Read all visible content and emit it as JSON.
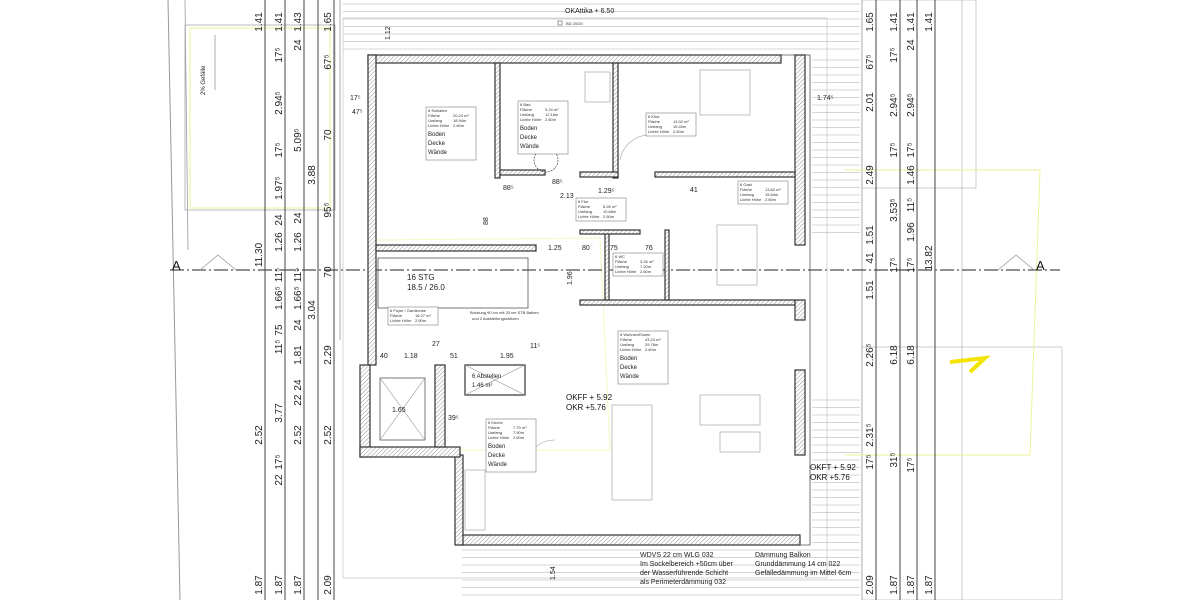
{
  "plan": {
    "attika_level": "OKAttika + 6.50",
    "bd_tag": "BD 20/20",
    "section_marker": "A",
    "slope_note": "2% Gefälle",
    "stair": {
      "steps": "16 STG",
      "ratio": "18.5 / 26.0"
    },
    "parapet_note": [
      "Brüstung 90 cm mit 20 cm STB Balken",
      "und 2 Aussteifungsstützen"
    ],
    "interior_levels": {
      "okff": "OKFF + 5.92",
      "okr": "OKR +5.76"
    },
    "balcony_levels": {
      "okff": "OKFT + 5.92",
      "okr": "OKR +5.76"
    },
    "wdvs_note": [
      "WDVS 22 cm WLG 032",
      "Im Sockelbereich +50cm über",
      "der Wasserführende Schicht",
      "als Perimeterdämmung 032"
    ],
    "balcony_note": [
      "Dämmung Balkon",
      "Grunddämmung 14 cm 022",
      "Gefälledämmung im Mittel 6cm"
    ],
    "row_labels": {
      "area": "Fläche",
      "perimeter": "Umfang",
      "height": "Lichte Höhe",
      "floor": "Boden",
      "ceiling": "Decke",
      "walls": "Wände"
    },
    "rooms": [
      {
        "name": "6 Schlafen",
        "area": "20.24 m²",
        "perimeter": "18.94m",
        "height": "2.60m"
      },
      {
        "name": "6 Bad",
        "area": "9.24 m²",
        "perimeter": "12.16m",
        "height": "2.60m"
      },
      {
        "name": "6 Kind",
        "area": "14.02 m²",
        "perimeter": "15.40m",
        "height": "2.60m"
      },
      {
        "name": "6 Gast",
        "area": "13.62 m²",
        "perimeter": "15.64m",
        "height": "2.60m"
      },
      {
        "name": "6 Flur",
        "area": "5.26 m²",
        "perimeter": "10.68m",
        "height": "2.60m"
      },
      {
        "name": "6 WC",
        "area": "3.26 m²",
        "perimeter": "7.20m",
        "height": "2.60m"
      },
      {
        "name": "6 Foyer / Garderobe",
        "area": "16.27 m²",
        "height": "2.60m"
      },
      {
        "name": "6 Abstellen",
        "area": "1.46 m²"
      },
      {
        "name": "6 Wohnen/Essen",
        "area": "43.24 m²",
        "perimeter": "29.76m",
        "height": "2.60m"
      },
      {
        "name": "6 Küche",
        "area": "7.79 m²",
        "perimeter": "7.90m",
        "height": "2.60m"
      }
    ],
    "dims_left": [
      [
        "1.41",
        "11.30",
        "2.52",
        "1.87"
      ],
      [
        "1.41",
        "17⁵",
        "2.94⁵",
        "17⁵",
        "1.97⁵",
        "24",
        "1.26",
        "11⁵",
        "1.66⁵",
        "75",
        "11⁵",
        "3.77",
        "17⁵",
        "22",
        "1.87"
      ],
      [
        "1.43",
        "24",
        "5.09⁵",
        "24",
        "1.26",
        "11⁵",
        "1.66⁵",
        "24",
        "1.81",
        "24",
        "22",
        "2.52",
        "1.87"
      ],
      [
        "3.88",
        "3.04"
      ],
      [
        "1.65",
        "67⁵",
        "70",
        "95⁵",
        "70",
        "2.29",
        "2.52",
        "2.09"
      ]
    ],
    "dims_right": [
      [
        "1.65",
        "67⁵",
        "2.01",
        "2.49",
        "1.51",
        "41",
        "1.51",
        "2.26⁵",
        "2.31⁵",
        "17⁵",
        "2.09"
      ],
      [
        "1.41",
        "17⁵",
        "2.94⁵",
        "17⁵",
        "3.53⁵",
        "17⁵",
        "6.18",
        "31⁵",
        "1.87"
      ],
      [
        "1.41",
        "24",
        "2.94⁵",
        "17⁵",
        "1.46",
        "11⁵",
        "1.96",
        "17⁵",
        "6.18",
        "17⁵",
        "1.87"
      ],
      [
        "1.41",
        "13.82",
        "1.87"
      ]
    ],
    "dims_inner": [
      "1.12",
      "1.74⁵",
      "17⁵",
      "47⁵",
      "88⁵",
      "1.29⁵",
      "88⁵",
      "41",
      "1.25",
      "80",
      "75",
      "76",
      "1.96",
      "40",
      "1.18",
      "27",
      "51",
      "1.95",
      "11⁵",
      "1.65",
      "39⁵",
      "1.54",
      "2.13",
      "88"
    ]
  }
}
